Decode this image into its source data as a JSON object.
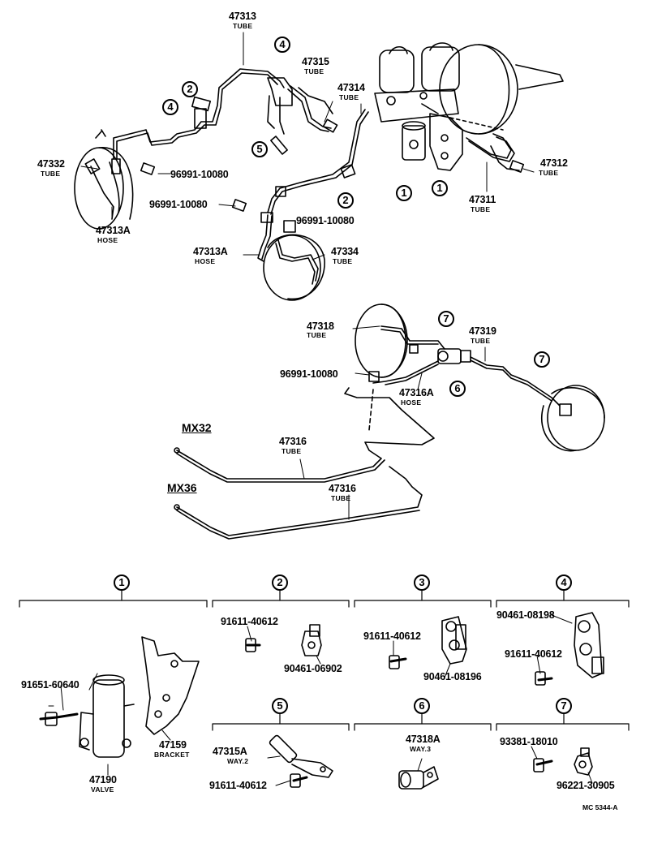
{
  "reference_code": "MC 5344-A",
  "variants": [
    "MX32",
    "MX36"
  ],
  "callouts": {
    "c1": "47313",
    "c1s": "TUBE",
    "c2": "47315",
    "c2s": "TUBE",
    "c3": "47314",
    "c3s": "TUBE",
    "c4": "47332",
    "c4s": "TUBE",
    "c5": "96991-10080",
    "c6": "47313A",
    "c6s": "HOSE",
    "c7": "96991-10080",
    "c8": "96991-10080",
    "c9": "47313A",
    "c9s": "HOSE",
    "c10": "47334",
    "c10s": "TUBE",
    "c11": "47312",
    "c11s": "TUBE",
    "c12": "47311",
    "c12s": "TUBE",
    "c13": "47318",
    "c13s": "TUBE",
    "c14": "47319",
    "c14s": "TUBE",
    "c15": "96991-10080",
    "c16": "47316A",
    "c16s": "HOSE",
    "c17": "47316",
    "c17s": "TUBE",
    "c18": "47316",
    "c18s": "TUBE"
  },
  "groups": {
    "g1": {
      "number": "1",
      "bolt": "91651-60640",
      "valve": "47190",
      "valve_sub": "VALVE",
      "bracket": "47159",
      "bracket_sub": "BRACKET"
    },
    "g2": {
      "number": "2",
      "bolt": "91611-40612",
      "clamp": "90461-06902"
    },
    "g3": {
      "number": "3",
      "bolt": "91611-40612",
      "clamp": "90461-08196"
    },
    "g4": {
      "number": "4",
      "clamp": "90461-08198",
      "bolt": "91611-40612"
    },
    "g5": {
      "number": "5",
      "way": "47315A",
      "way_sub": "WAY.2",
      "bolt": "91611-40612"
    },
    "g6": {
      "number": "6",
      "way": "47318A",
      "way_sub": "WAY.3"
    },
    "g7": {
      "number": "7",
      "bolt": "93381-18010",
      "clamp": "96221-30905"
    }
  },
  "marks": {
    "m1": "2",
    "m2": "4",
    "m3": "4",
    "m4": "5",
    "m5": "2",
    "m6": "1",
    "m7": "1",
    "m8": "7",
    "m9": "7",
    "m10": "6"
  }
}
